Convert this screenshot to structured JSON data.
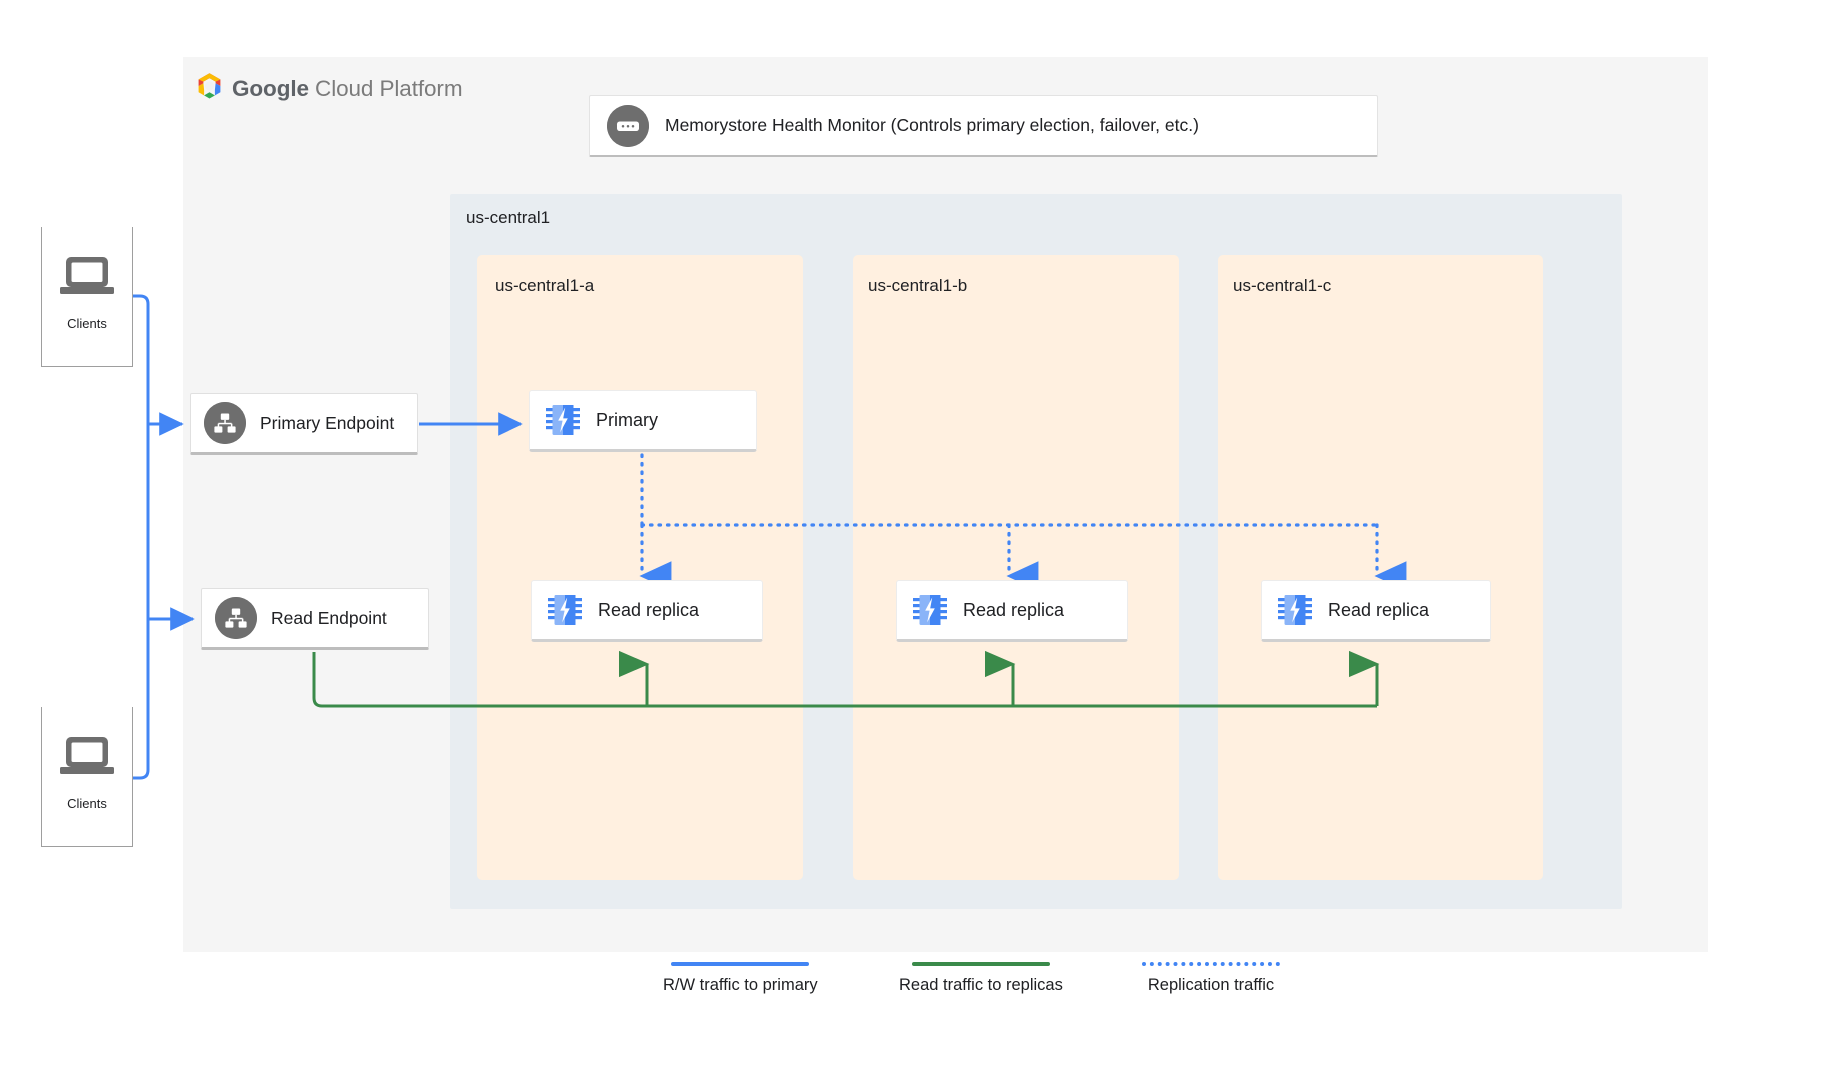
{
  "brand": {
    "logo_icon": "google-cloud-hexagon-icon",
    "name_bold": "Google",
    "name_light": " Cloud Platform"
  },
  "health_monitor": {
    "icon": "health-monitor-chat-icon",
    "label": "Memorystore Health Monitor (Controls primary election, failover, etc.)"
  },
  "region": {
    "label": "us-central1",
    "zones": [
      {
        "label": "us-central1-a"
      },
      {
        "label": "us-central1-b"
      },
      {
        "label": "us-central1-c"
      }
    ]
  },
  "clients": [
    {
      "label": "Clients",
      "icon": "laptop-icon"
    },
    {
      "label": "Clients",
      "icon": "laptop-icon"
    }
  ],
  "endpoints": [
    {
      "label": "Primary Endpoint",
      "icon": "network-hierarchy-icon"
    },
    {
      "label": "Read Endpoint",
      "icon": "network-hierarchy-icon"
    }
  ],
  "nodes": {
    "primary": {
      "label": "Primary",
      "icon": "memorystore-chip-icon"
    },
    "replicas": [
      {
        "label": "Read replica",
        "icon": "memorystore-chip-icon"
      },
      {
        "label": "Read replica",
        "icon": "memorystore-chip-icon"
      },
      {
        "label": "Read replica",
        "icon": "memorystore-chip-icon"
      }
    ]
  },
  "legend": [
    {
      "label": "R/W traffic to primary",
      "color": "#4285f4",
      "style": "solid"
    },
    {
      "label": "Read traffic to replicas",
      "color": "#3a8a4a",
      "style": "solid"
    },
    {
      "label": "Replication traffic",
      "color": "#4285f4",
      "style": "dotted"
    }
  ],
  "colors": {
    "blue": "#4285f4",
    "green": "#3a8a4a",
    "region_panel": "#e8edf1",
    "zone_panel": "#fff0e0",
    "gcp_panel": "#f5f5f5",
    "icon_gray": "#6e6e6e"
  }
}
